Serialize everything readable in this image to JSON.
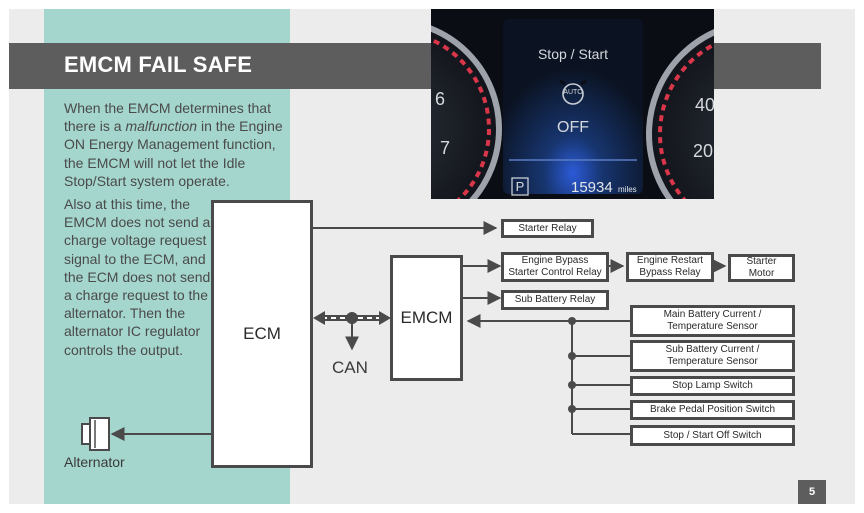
{
  "slide": {
    "title": "EMCM FAIL SAFE",
    "paragraph1": {
      "before": "When the EMCM determines that there is a ",
      "emphasis": "malfunction",
      "after": " in the Engine ON Energy Management function, the EMCM will not let the Idle Stop/Start system operate."
    },
    "paragraph2": "Also at this time, the EMCM does not send a charge voltage request signal to the ECM, and the ECM does not send a charge request to the alternator. Then the alternator IC regulator controls the output.",
    "page_number": "5"
  },
  "dashboard": {
    "heading": "Stop / Start",
    "auto_label": "AUTO",
    "status": "OFF",
    "gear": "P",
    "odometer": "15934",
    "odometer_unit": "miles",
    "left_gauge_numbers": [
      "6",
      "7"
    ],
    "right_gauge_numbers": [
      "40",
      "20"
    ]
  },
  "diagram": {
    "ecm": "ECM",
    "emcm": "EMCM",
    "can": "CAN",
    "alternator": "Alternator",
    "starter_relay": "Starter Relay",
    "engine_bypass": "Engine Bypass Starter Control Relay",
    "engine_restart": "Engine Restart Bypass Relay",
    "starter_motor": "Starter Motor",
    "sub_battery_relay": "Sub Battery Relay",
    "main_battery_sensor": "Main Battery Current / Temperature Sensor",
    "sub_battery_sensor": "Sub Battery Current / Temperature Sensor",
    "stop_lamp": "Stop Lamp Switch",
    "brake_pedal": "Brake Pedal Position Switch",
    "stop_start_off": "Stop / Start Off Switch"
  },
  "colors": {
    "teal": "#a4d6cd",
    "title_bar": "#5d5d5d",
    "line": "#4a4a4a",
    "dash_accent": "#d9364a"
  }
}
